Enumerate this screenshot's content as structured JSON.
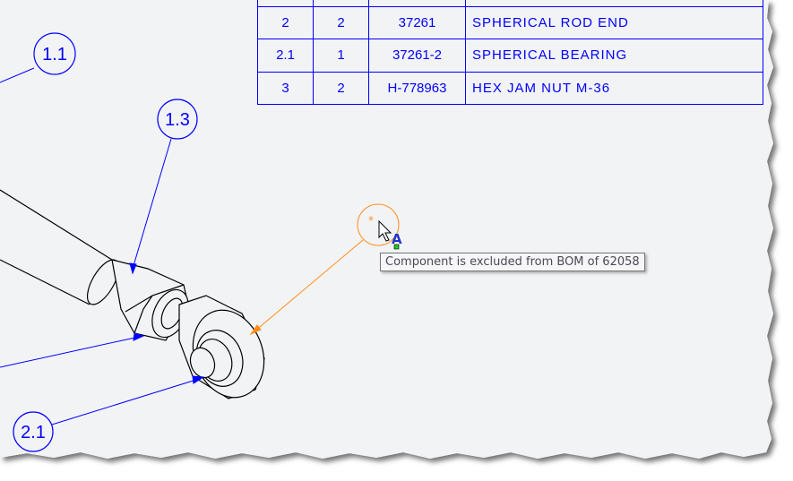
{
  "bom_table": {
    "rows": [
      {
        "item": "2",
        "qty": "2",
        "part_number": "37261",
        "description": "SPHERICAL ROD END"
      },
      {
        "item": "2.1",
        "qty": "1",
        "part_number": "37261-2",
        "description": "SPHERICAL BEARING"
      },
      {
        "item": "3",
        "qty": "2",
        "part_number": "H-778963",
        "description": "HEX JAM NUT M-36"
      }
    ]
  },
  "balloons": [
    {
      "label": "1.1"
    },
    {
      "label": "1.3"
    },
    {
      "label": "2.1"
    }
  ],
  "tooltip": {
    "text": "Component is excluded from BOM of 62058"
  },
  "cursor_icon": "arrow-cursor-with-note-icon",
  "colors": {
    "annotation": "#0000ff",
    "selected_balloon": "#ff8c1a",
    "paper": "#f2f3f5"
  }
}
